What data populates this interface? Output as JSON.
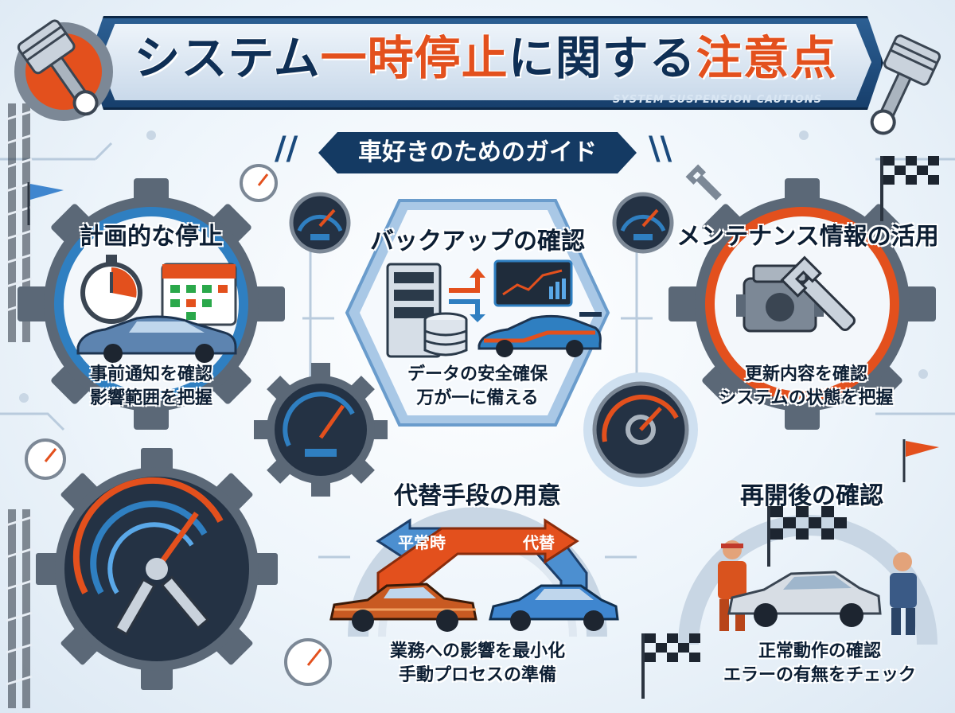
{
  "header": {
    "title_prefix": "システム",
    "title_accent1": "一時停止",
    "title_mid": "に関する",
    "title_accent2": "注意点",
    "subtitle_en": "SYSTEM SUSPENSION CAUTIONS",
    "guide_label": "車好きのためのガイド"
  },
  "sections": [
    {
      "title": "計画的な停止",
      "lines": [
        "事前通知を確認",
        "影響範囲を把握"
      ]
    },
    {
      "title": "バックアップの確認",
      "lines": [
        "データの安全確保",
        "万が一に備える"
      ]
    },
    {
      "title": "メンテナンス情報の活用",
      "lines": [
        "更新内容を確認",
        "システムの状態を把握"
      ]
    },
    {
      "title": "代替手段の用意",
      "lines": [
        "業務への影響を最小化",
        "手動プロセスの準備"
      ],
      "arrow_normal": "平常時",
      "arrow_alt": "代替"
    },
    {
      "title": "再開後の確認",
      "lines": [
        "正常動作の確認",
        "エラーの有無をチェック"
      ]
    }
  ],
  "colors": {
    "navy": "#143a63",
    "orange": "#e3501d",
    "blue": "#2f7fc1"
  },
  "icons": [
    "piston-icon",
    "gear-icon",
    "speedometer-icon",
    "stopwatch-icon",
    "calendar-icon",
    "server-icon",
    "database-icon",
    "chart-icon",
    "engine-icon",
    "wrench-icon",
    "checkered-flag-icon",
    "sports-car-icon",
    "mechanic-icon"
  ]
}
